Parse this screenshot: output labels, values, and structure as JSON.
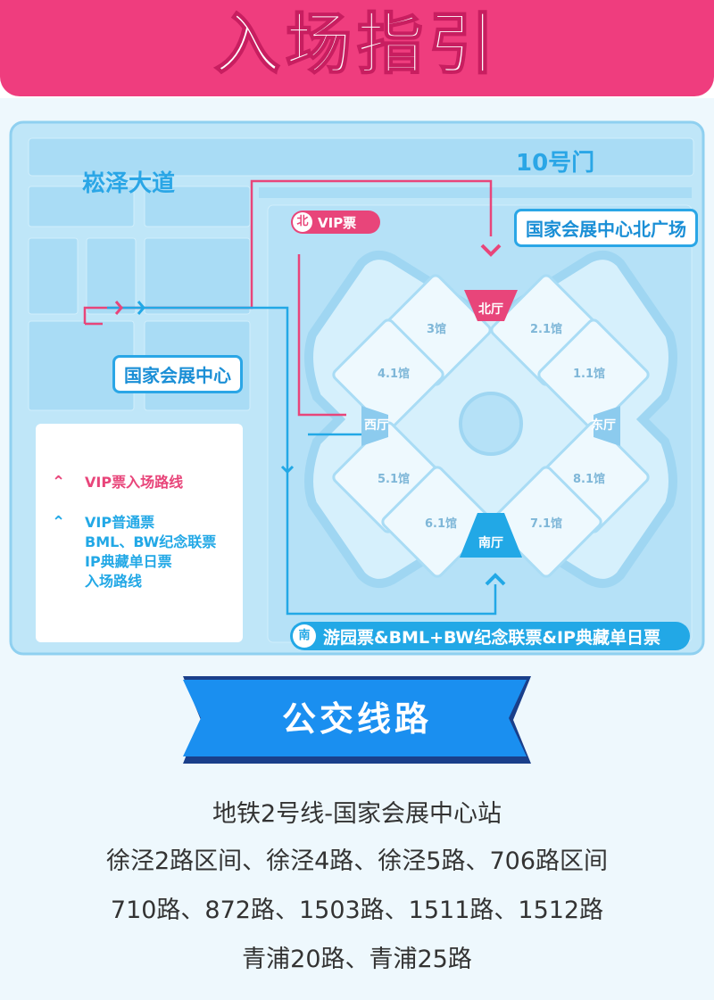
{
  "header": {
    "title": "入场指引"
  },
  "map": {
    "road": "崧泽大道",
    "gate10": "10号门",
    "north_plaza": "国家会展中心北广场",
    "center_bubble": "国家会展中心",
    "vip_badge": {
      "icon": "北",
      "label": "VIP票"
    },
    "south_badge": {
      "icon": "南",
      "label": "游园票&BML+BW纪念联票&IP典藏单日票"
    },
    "halls": [
      "3馆",
      "2.1馆",
      "4.1馆",
      "1.1馆",
      "5.1馆",
      "8.1馆",
      "6.1馆",
      "7.1馆"
    ],
    "gates": {
      "north": "北厅",
      "south": "南厅",
      "west": "西厅",
      "east": "东厅"
    },
    "colors": {
      "vip": "#e8457a",
      "general": "#22a8e6"
    }
  },
  "legend": {
    "vip": "VIP票入场路线",
    "general": [
      "VIP普通票",
      "BML、BW纪念联票",
      "IP典藏单日票",
      "入场路线"
    ]
  },
  "bus": {
    "title": "公交线路",
    "routes": [
      "地铁2号线-国家会展中心站",
      "徐泾2路区间、徐泾4路、徐泾5路、706路区间",
      "710路、872路、1503路、1511路、1512路",
      "青浦20路、青浦25路"
    ]
  }
}
